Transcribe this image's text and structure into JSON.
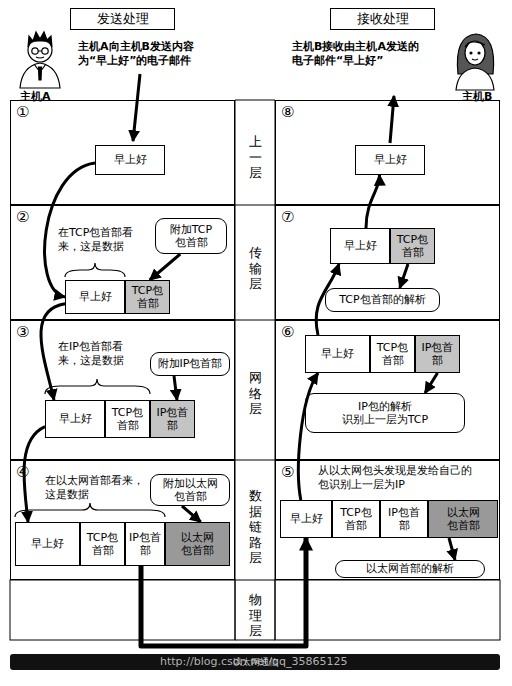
{
  "diagram": {
    "nodes": [
      {
        "text": [
          "发送处理"
        ]
      },
      {
        "text": [
          "接收处理"
        ]
      },
      {
        "text": [
          "①"
        ]
      },
      {
        "text": [
          "早上好"
        ],
        "in": 2
      },
      {
        "text": [
          "⑧"
        ]
      },
      {
        "text": [
          "早上好"
        ],
        "in": 4
      },
      {
        "text": [
          "②"
        ]
      },
      {
        "text": [
          "附加TCP包首部"
        ],
        "in": 6
      },
      {
        "text": [
          "早上好"
        ],
        "in": 6
      },
      {
        "text": [
          "TCP包首部"
        ],
        "in": 6
      },
      {
        "text": [
          "⑦"
        ]
      },
      {
        "text": [
          "早上好"
        ],
        "in": 10
      },
      {
        "text": [
          "TCP包首部"
        ],
        "in": 10
      },
      {
        "text": [
          "TCP包首部的解析"
        ],
        "in": 10
      },
      {
        "text": [
          "③"
        ]
      },
      {
        "text": [
          "附加IP包首部"
        ],
        "in": 14
      },
      {
        "text": [
          "早上好"
        ],
        "in": 14
      },
      {
        "text": [
          "TCP包首部"
        ],
        "in": 14
      },
      {
        "text": [
          "IP包首部"
        ],
        "in": 14
      },
      {
        "text": [
          "⑥"
        ]
      },
      {
        "text": [
          "早上好"
        ],
        "in": 19
      },
      {
        "text": [
          "TCP包首部"
        ],
        "in": 19
      },
      {
        "text": [
          "IP包首部"
        ],
        "in": 19
      },
      {
        "text": [
          "IP包的解析 识别上一层为TCP"
        ],
        "in": 19
      },
      {
        "text": [
          "④"
        ]
      },
      {
        "text": [
          "附加以太网包首部"
        ],
        "in": 24
      },
      {
        "text": [
          "早上好"
        ],
        "in": 24
      },
      {
        "text": [
          "TCP包首部"
        ],
        "in": 24
      },
      {
        "text": [
          "IP包首部"
        ],
        "in": 24
      },
      {
        "text": [
          "以太网包首部"
        ],
        "in": 24
      },
      {
        "text": [
          "⑤"
        ]
      },
      {
        "text": [
          "早上好"
        ],
        "in": 30
      },
      {
        "text": [
          "TCP包首部"
        ],
        "in": 30
      },
      {
        "text": [
          "IP包首部"
        ],
        "in": 30
      },
      {
        "text": [
          "以太网包首部"
        ],
        "in": 30
      },
      {
        "text": [
          "以太网首部的解析"
        ],
        "in": 30
      },
      {
        "text": [
          "以太网通信"
        ]
      }
    ],
    "edges": [
      {
        "from": 3,
        "to": 8,
        "arrow": "to"
      },
      {
        "from": 7,
        "to": 9,
        "arrow": "to"
      },
      {
        "from": 8,
        "to": 16,
        "arrow": "to"
      },
      {
        "from": 15,
        "to": 18,
        "arrow": "to"
      },
      {
        "from": 16,
        "to": 26,
        "arrow": "to"
      },
      {
        "from": 25,
        "to": 29,
        "arrow": "to"
      },
      {
        "from": 28,
        "to": 31,
        "arrow": "to"
      },
      {
        "from": 31,
        "to": 20,
        "arrow": "to"
      },
      {
        "from": 34,
        "to": 35,
        "arrow": "to"
      },
      {
        "from": 20,
        "to": 11,
        "arrow": "to"
      },
      {
        "from": 22,
        "to": 23,
        "arrow": "to"
      },
      {
        "from": 11,
        "to": 5,
        "arrow": "to"
      },
      {
        "from": 12,
        "to": 13,
        "arrow": "to"
      }
    ],
    "labels": [
      "主机A向主机B发送内容为“早上好”的电子邮件",
      "主机A",
      "主机B接收由主机A发送的电子邮件“早上好”",
      "主机B",
      "上一层",
      "传输层",
      "网络层",
      "数据链路层",
      "物理层",
      "在TCP包首部看来，这是数据",
      "在IP包首部看来，这是数据",
      "在以太网首部看来，这是数据",
      "从以太网包头发现是发给自己的包识别上一层为IP",
      "http://blog.csdn.net/qq_35865125"
    ]
  }
}
